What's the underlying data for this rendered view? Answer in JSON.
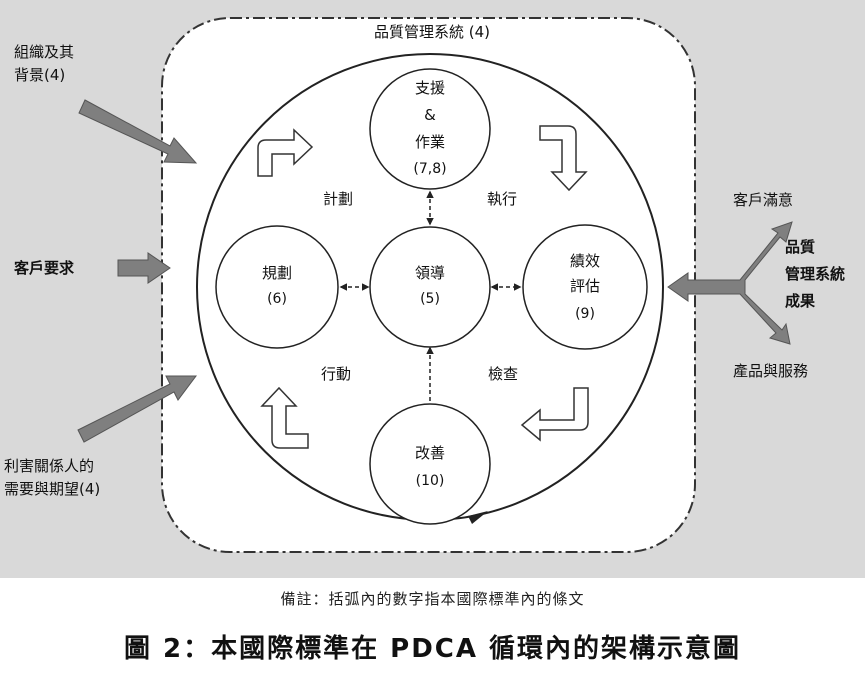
{
  "system": {
    "title": "品質管理系統 (4)"
  },
  "left_inputs": {
    "org_context": {
      "line1": "組織及其",
      "line2": "背景(4)"
    },
    "customer_requirements": "客戶要求",
    "stakeholders": {
      "line1": "利害關係人的",
      "line2": "需要與期望(4)"
    }
  },
  "nodes": {
    "support": {
      "line1": "支援",
      "line2": "&",
      "line3": "作業",
      "line4": "(7,8)"
    },
    "planning": {
      "line1": "規劃",
      "line2": "(6)"
    },
    "leadership": {
      "line1": "領導",
      "line2": "(5)"
    },
    "evaluation": {
      "line1": "績效",
      "line2": "評估",
      "line3": "(9)"
    },
    "improvement": {
      "line1": "改善",
      "line2": "(10)"
    }
  },
  "pdca": {
    "plan": "計劃",
    "do": "執行",
    "check": "檢查",
    "act": "行動"
  },
  "right_outputs": {
    "customer_satisfaction": "客戶滿意",
    "qms_results": {
      "line1": "品質",
      "line2": "管理系統",
      "line3": "成果"
    },
    "products_services": "產品與服務"
  },
  "caption": {
    "note": "備註：括弧內的數字指本國際標準內的條文",
    "title": "圖 2：本國際標準在 PDCA 循環內的架構示意圖"
  },
  "colors": {
    "background": "#d9d9d9",
    "arrow_gray": "#7f7f7f",
    "line": "#333333"
  }
}
